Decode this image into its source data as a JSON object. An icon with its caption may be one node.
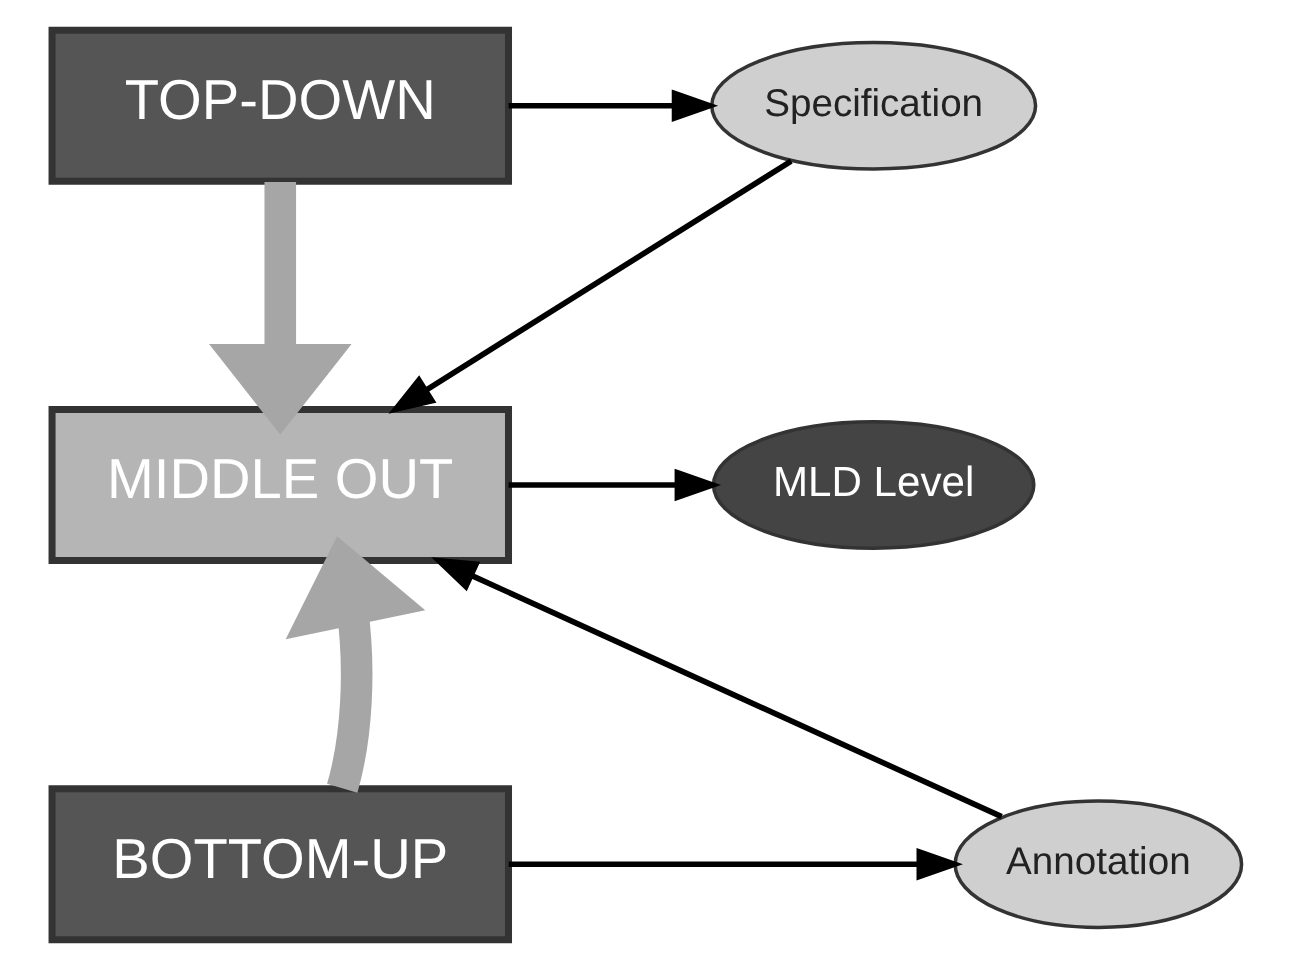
{
  "diagram": {
    "nodes": [
      {
        "text": [
          "Specification"
        ]
      },
      {
        "text": [
          "TOP-DOWN"
        ]
      },
      {
        "text": [
          "MIDDLE OUT"
        ]
      },
      {
        "text": [
          "MLD Level"
        ]
      },
      {
        "text": [
          "Annotation"
        ]
      },
      {
        "text": [
          "BOTTOM-UP"
        ]
      }
    ],
    "edges": [
      {
        "from": 1,
        "to": 0,
        "arrow": "to"
      },
      {
        "from": 1,
        "to": 2,
        "arrow": "to",
        "style": "thick",
        "color": "#a6a6a6"
      },
      {
        "from": 0,
        "to": 2,
        "arrow": "to"
      },
      {
        "from": 4,
        "to": 2,
        "arrow": "to"
      },
      {
        "from": 2,
        "to": 3,
        "arrow": "to"
      },
      {
        "from": 5,
        "to": 2,
        "arrow": "to",
        "style": "thick",
        "color": "#a6a6a6"
      },
      {
        "from": 5,
        "to": 4,
        "arrow": "to"
      }
    ]
  }
}
